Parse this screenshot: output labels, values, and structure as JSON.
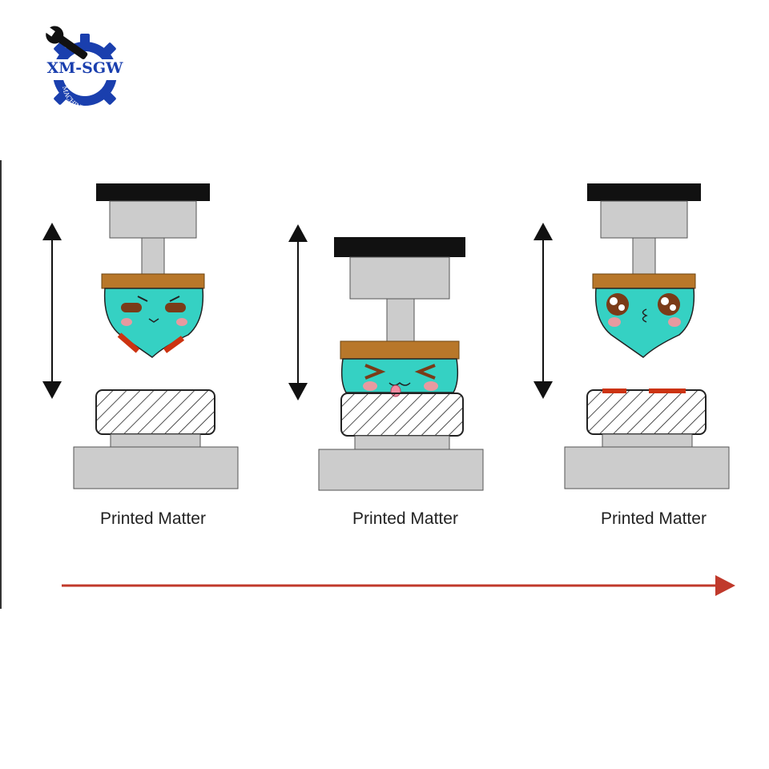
{
  "logo": {
    "text": "XM-SGW",
    "subtext": "MACHINERY",
    "icon": "wrench-gear-icon",
    "color": "#1a3fae"
  },
  "stages": [
    {
      "caption": "Printed Matter",
      "state": "lifted"
    },
    {
      "caption": "Printed Matter",
      "state": "pressing"
    },
    {
      "caption": "Printed Matter",
      "state": "released"
    }
  ],
  "colors": {
    "pad": "#35d1c3",
    "pad_holder": "#b8772a",
    "ink": "#cc3311",
    "press_gray": "#cccccc",
    "arrow": "#c0392b"
  }
}
